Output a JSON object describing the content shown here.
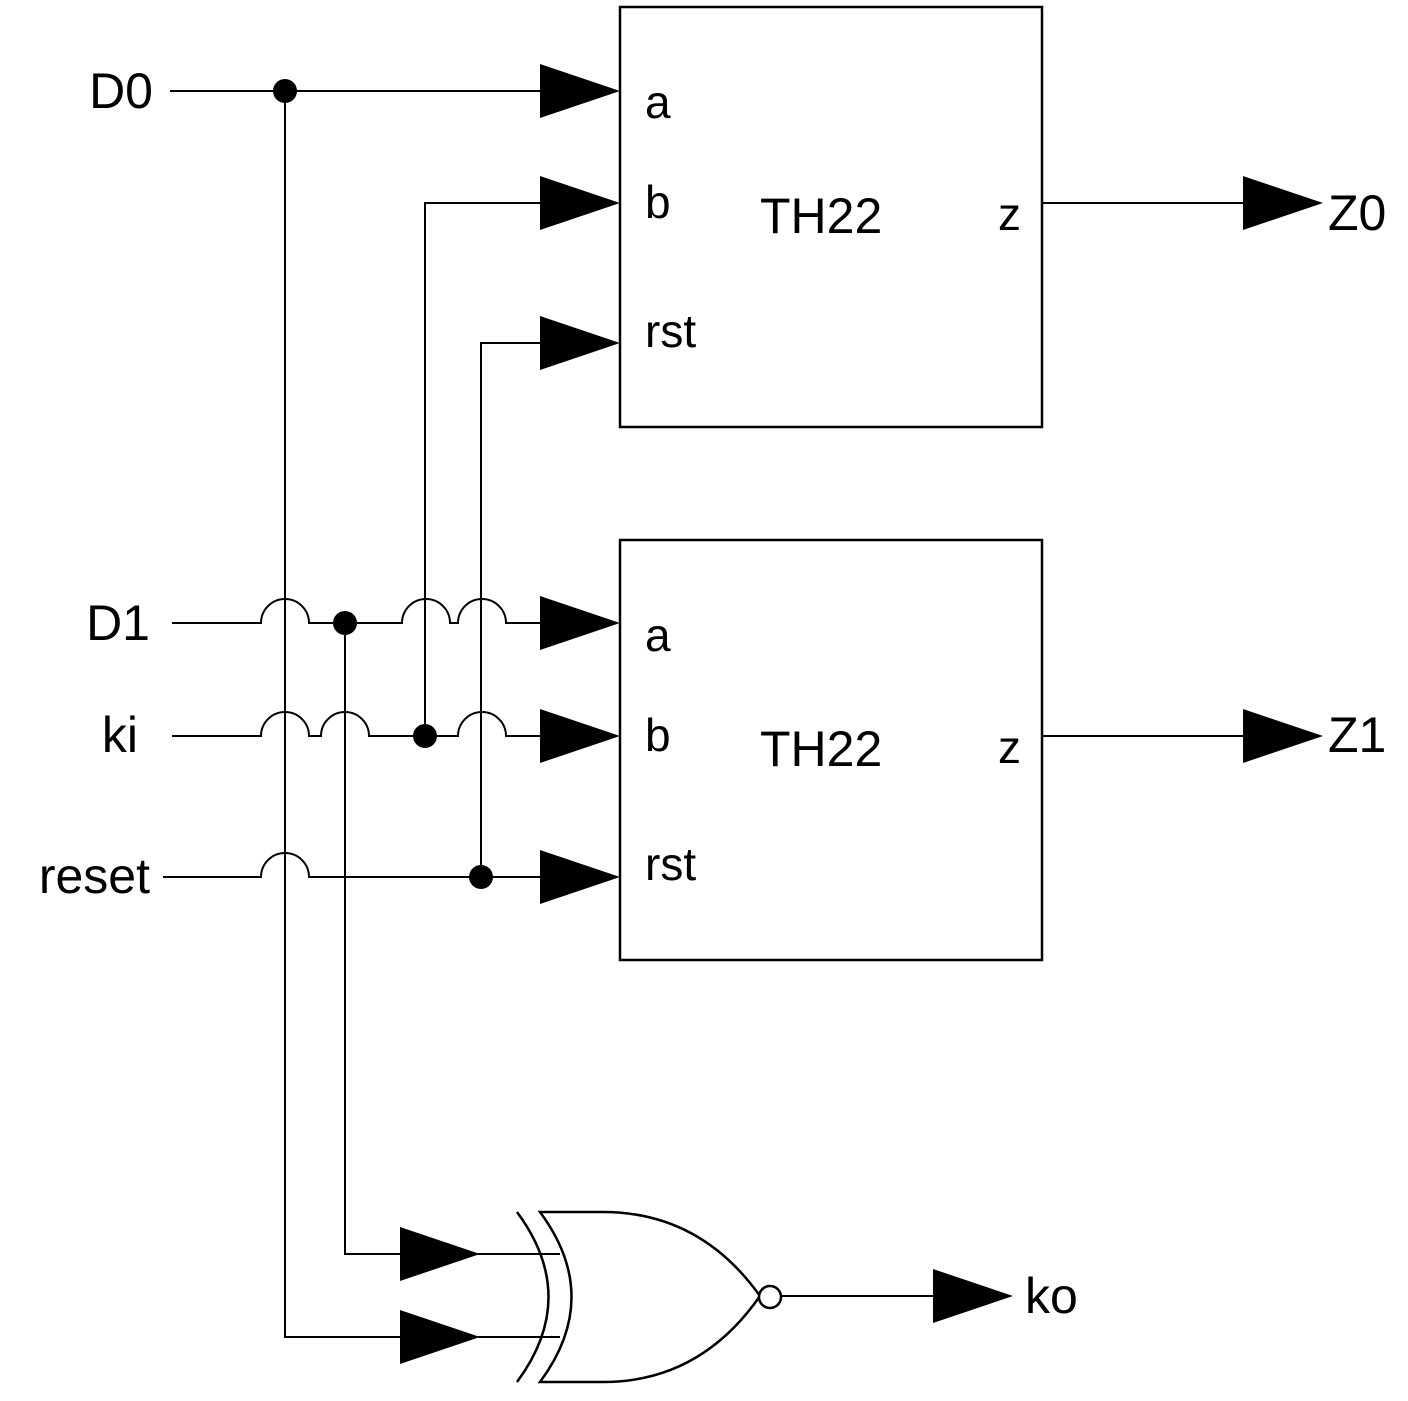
{
  "inputs": {
    "d0": "D0",
    "d1": "D1",
    "ki": "ki",
    "reset": "reset"
  },
  "outputs": {
    "z0": "Z0",
    "z1": "Z1",
    "ko": "ko"
  },
  "gate_top": {
    "name": "TH22",
    "pin_a": "a",
    "pin_b": "b",
    "pin_rst": "rst",
    "pin_z": "z"
  },
  "gate_bottom": {
    "name": "TH22",
    "pin_a": "a",
    "pin_b": "b",
    "pin_rst": "rst",
    "pin_z": "z"
  },
  "completion_gate": {
    "type": "xnor",
    "icon": "xnor-gate-icon"
  }
}
